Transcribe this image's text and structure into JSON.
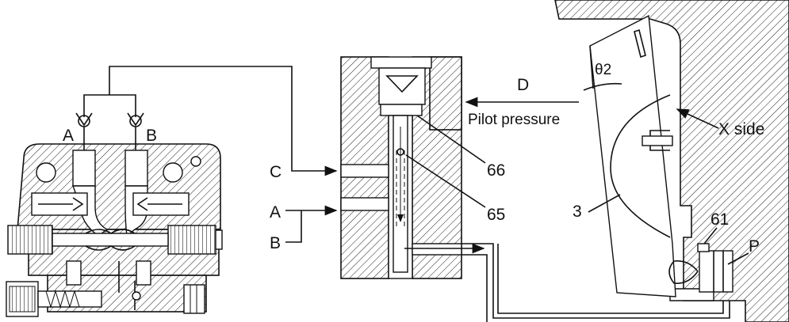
{
  "labels": {
    "valve_a": "A",
    "valve_b": "B",
    "port_c": "C",
    "port_a": "A",
    "port_b": "B",
    "port_d": "D",
    "pilot_pressure": "Pilot pressure",
    "part_66": "66",
    "part_65": "65",
    "part_3": "3",
    "angle": "θ2",
    "x_side": "X side",
    "part_61": "61",
    "part_p": "P"
  }
}
